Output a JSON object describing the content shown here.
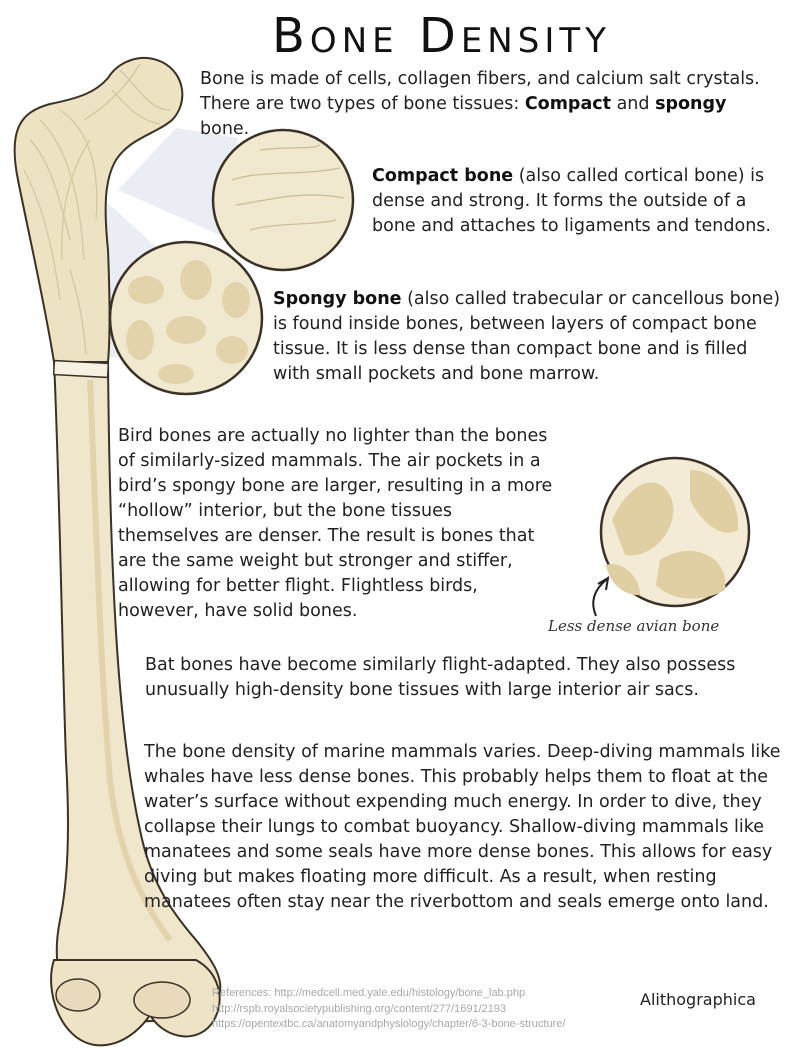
{
  "title": "Bone Density",
  "intro": {
    "line1": "Bone is made of cells, collagen fibers, and calcium salt crystals.",
    "line2_pre": "There are two types of bone tissues: ",
    "compact": "Compact",
    "and": " and ",
    "spongy": "spongy",
    "line2_post": " bone."
  },
  "compact_bone": {
    "term": "Compact bone",
    "text": " (also called cortical bone) is dense and strong. It forms the outside of a bone and attaches to ligaments and tendons."
  },
  "spongy_bone": {
    "term": "Spongy bone",
    "text": " (also called trabecular or cancellous bone) is found inside bones, between layers of compact bone tissue. It is less dense than compact bone and is filled with small pockets and bone marrow."
  },
  "bird_text": "Bird bones are actually no lighter than the bones of similarly-sized mammals. The air pockets in a bird’s spongy bone are larger, resulting in a more “hollow” interior, but the bone tissues themselves are denser. The result is bones that are the same weight but stronger and stiffer, allowing for better flight. Flightless birds, however, have solid bones.",
  "avian_caption": "Less dense avian bone",
  "bat_text": "Bat bones have become similarly flight-adapted. They also possess unusually high-density bone tissues with large interior air sacs.",
  "marine_text": "The bone density of marine mammals varies. Deep-diving mammals like whales have less dense bones. This probably helps them to float at the water’s surface without expending much energy. In order to dive, they collapse their lungs to combat buoyancy. Shallow-diving mammals like manatees and some seals have more dense bones. This allows for easy diving but makes floating more difficult. As a result, when resting manatees often stay near the riverbottom and seals emerge onto land.",
  "references": [
    "References: http://medcell.med.yale.edu/histology/bone_lab.php",
    "http://rspb.royalsocietypublishing.org/content/277/1691/2193",
    "https://opentextbc.ca/anatomyandphysiology/chapter/6-3-bone-structure/"
  ],
  "brand": "Alithographica",
  "colors": {
    "bone": "#f0e6cc",
    "bone_shade": "#dccba0",
    "bone_outline": "#3a3226",
    "pocket": "#e3d3ab",
    "lens_fill": "#dfe4ee",
    "text": "#222222",
    "refs": "#a8a8a8"
  }
}
